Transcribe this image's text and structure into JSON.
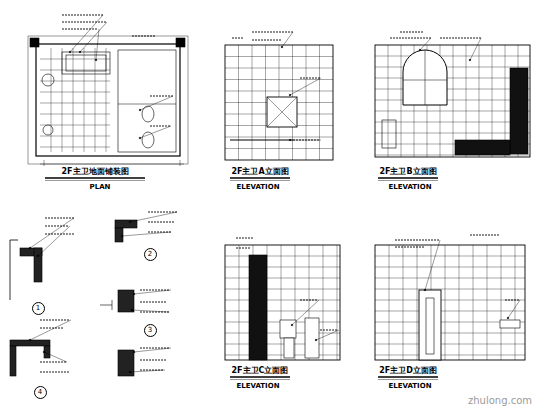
{
  "diagram": {
    "nodes": [
      {
        "text": [
          "1"
        ]
      },
      {
        "text": [
          "2"
        ]
      },
      {
        "text": [
          "3"
        ]
      },
      {
        "text": [
          "4"
        ]
      }
    ],
    "labels": [
      "2F主卫地面铺装图",
      "PLAN",
      "2F主卫A立面图",
      "ELEVATION",
      "2F主卫B立面图",
      "ELEVATION",
      "2F主卫C立面图",
      "ELEVATION",
      "2F主卫D立面图",
      "ELEVATION",
      "zhulong.com"
    ]
  }
}
